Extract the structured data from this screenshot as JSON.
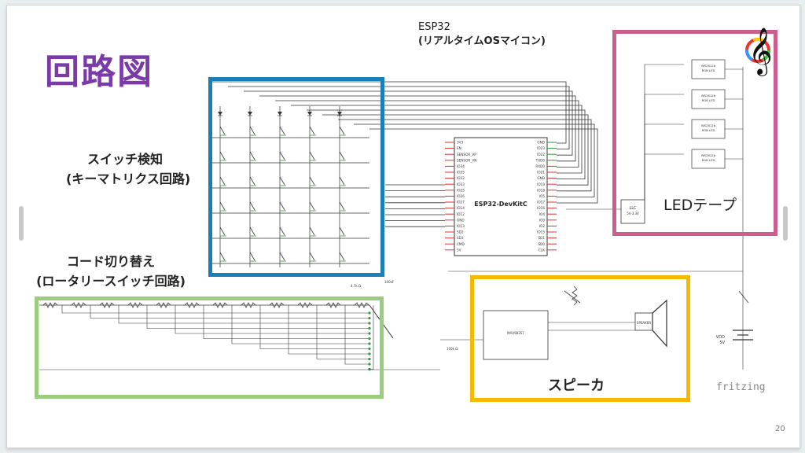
{
  "slide": {
    "title": "回路図",
    "esp_title": "ESP32",
    "esp_subtitle": "(リアルタイムOSマイコン)",
    "switch_label_line1": "スイッチ検知",
    "switch_label_line2": "(キーマトリクス回路)",
    "code_label_line1": "コード切り替え",
    "code_label_line2": "(ロータリースイッチ回路)",
    "led_label": "LEDテープ",
    "speaker_label": "スピーカ",
    "fritzing": "fritzing",
    "page_number": "20",
    "module_name": "ESP32-DevKitC",
    "llc_label": "LLC",
    "llc_sub": "5V-3.3V",
    "speaker_part": "SPEAKER",
    "amp_part": "MAX98357",
    "vdd_label": "VDD",
    "vdd_value": "5V",
    "r1": "4.7k Ω",
    "r2": "100k Ω",
    "cap": "100nF",
    "led_part": "WS2812b",
    "led_part_sub": "RGB LED"
  },
  "esp_pins_left": [
    "3V3",
    "EN",
    "SENSOR_VP",
    "SENSOR_VN",
    "IO34",
    "IO35",
    "IO32",
    "IO33",
    "IO25",
    "IO26",
    "IO27",
    "IO14",
    "IO12",
    "GND",
    "IO13",
    "SD2",
    "SD3",
    "CMD",
    "5V"
  ],
  "esp_pins_right": [
    "GND",
    "IO23",
    "IO22",
    "TXD0",
    "RXD0",
    "IO21",
    "GND",
    "IO19",
    "IO18",
    "IO5",
    "IO17",
    "IO16",
    "IO4",
    "IO0",
    "IO2",
    "IO15",
    "SD1",
    "SD0",
    "CLK"
  ],
  "colors": {
    "title": "#7a3aa8",
    "blue_frame": "#1a7fb5",
    "green_frame": "#9ccc7f",
    "pink_frame": "#cc5e8e",
    "yellow_frame": "#f5b900",
    "pin_red": "#d33",
    "pin_green": "#2a9a3a"
  },
  "icons": [
    "treble-clef-icon"
  ]
}
